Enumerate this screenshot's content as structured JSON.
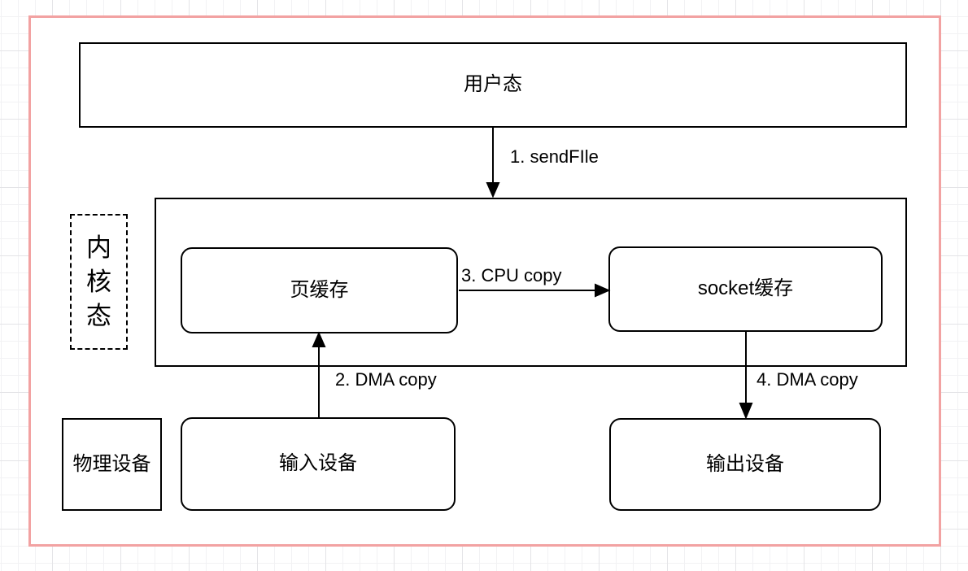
{
  "canvas": {
    "background": "#ffffff",
    "page_border_color": "#f2a2a2",
    "grid_minor_color": "#f2f2f4",
    "grid_major_color": "#e4e4e7",
    "shape_border_color": "#000000"
  },
  "nodes": {
    "user_mode": {
      "label": "用户态"
    },
    "kernel_mode": {
      "label": "内核态"
    },
    "page_cache": {
      "label": "页缓存"
    },
    "socket_buffer": {
      "label": "socket缓存"
    },
    "physical_device": {
      "label": "物理设备"
    },
    "input_device": {
      "label": "输入设备"
    },
    "output_device": {
      "label": "输出设备"
    }
  },
  "edges": {
    "sendfile": {
      "label": "1. sendFIle",
      "from": "user_mode",
      "to": "kernel_mode"
    },
    "dma_copy_in": {
      "label": "2. DMA copy",
      "from": "input_device",
      "to": "page_cache"
    },
    "cpu_copy": {
      "label": "3. CPU copy",
      "from": "page_cache",
      "to": "socket_buffer"
    },
    "dma_copy_out": {
      "label": "4. DMA copy",
      "from": "socket_buffer",
      "to": "output_device"
    }
  }
}
